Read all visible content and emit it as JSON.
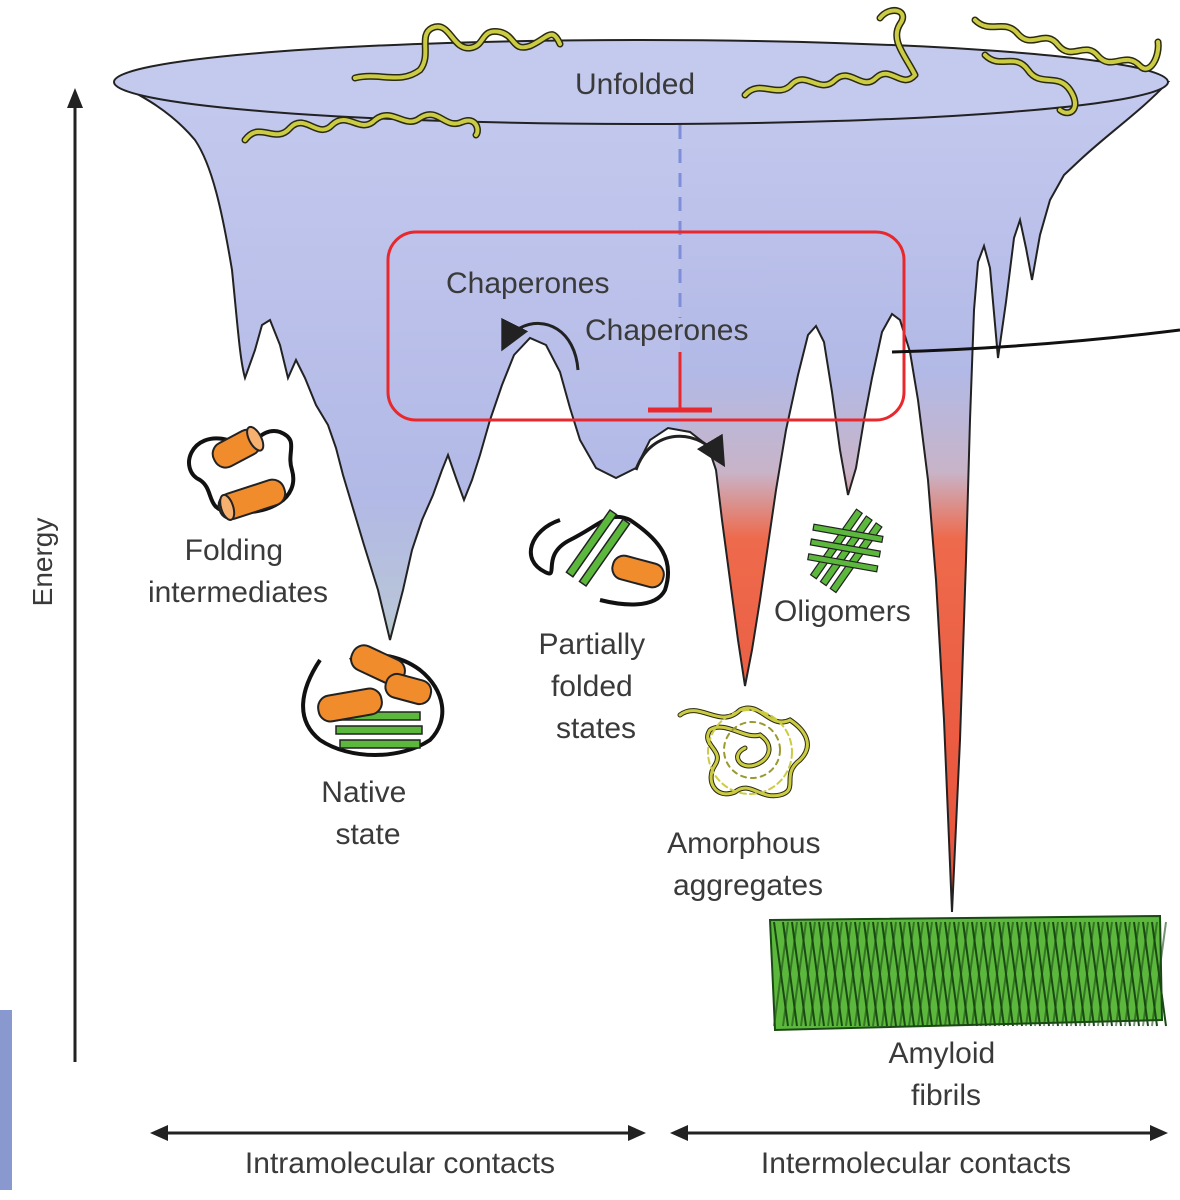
{
  "labels": {
    "unfolded": "Unfolded",
    "chaperones_left": "Chaperones",
    "chaperones_right": "Chaperones",
    "folding_intermediates": [
      "Folding",
      "intermediates"
    ],
    "native_state": [
      "Native",
      "state"
    ],
    "partially_folded": [
      "Partially",
      "folded",
      "states"
    ],
    "oligomers": "Oligomers",
    "amorphous_aggregates": [
      "Amorphous",
      "aggregates"
    ],
    "amyloid_fibrils": [
      "Amyloid",
      "fibrils"
    ],
    "energy_axis": "Energy",
    "intramolecular": "Intramolecular contacts",
    "intermolecular": "Intermolecular contacts"
  },
  "colors": {
    "funnel_top": "#c2c8ec",
    "funnel_mid": "#b4bbe6",
    "native_basin": "#92c84c",
    "aggregation_basin": "#ee5a3c",
    "helix": "#f08c2c",
    "strand": "#5cb83c",
    "chain": "#c8c83c",
    "highlight_box": "#e8282c",
    "axis": "#222222"
  },
  "icons": [
    "folded-protein-icon",
    "unfolded-chain-icon",
    "amyloid-fibril-icon"
  ]
}
